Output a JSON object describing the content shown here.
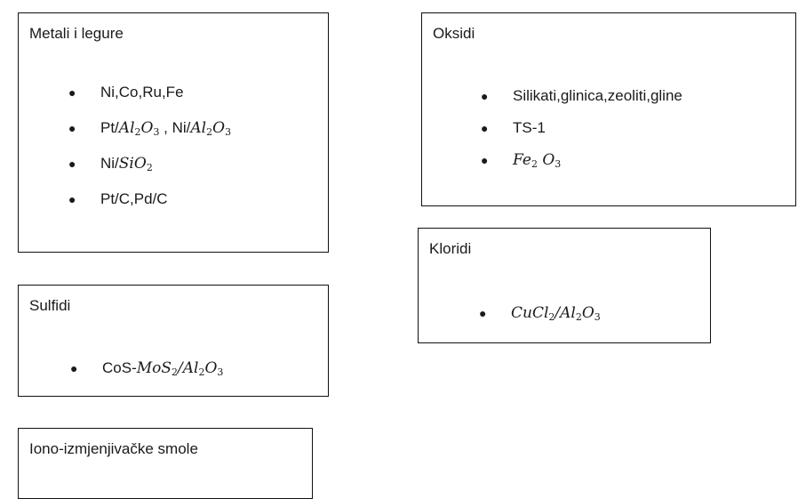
{
  "boxes": {
    "metali": {
      "title": "Metali i legure",
      "items": [
        "Ni,Co,Ru,Fe",
        "Pt/Al2O3 , Ni/Al2O3",
        "Ni/SiO2",
        "Pt/C,Pd/C"
      ]
    },
    "oksidi": {
      "title": "Oksidi",
      "items": [
        "Silikati,glinica,zeoliti,gline",
        "TS-1",
        "Fe2O3"
      ]
    },
    "kloridi": {
      "title": "Kloridi",
      "items": [
        "CuCl2/Al2O3"
      ]
    },
    "sulfidi": {
      "title": "Sulfidi",
      "items": [
        "CoS-MoS2/Al2O3"
      ]
    },
    "smole": {
      "title": "Iono-izmjenjivačke smole"
    }
  }
}
